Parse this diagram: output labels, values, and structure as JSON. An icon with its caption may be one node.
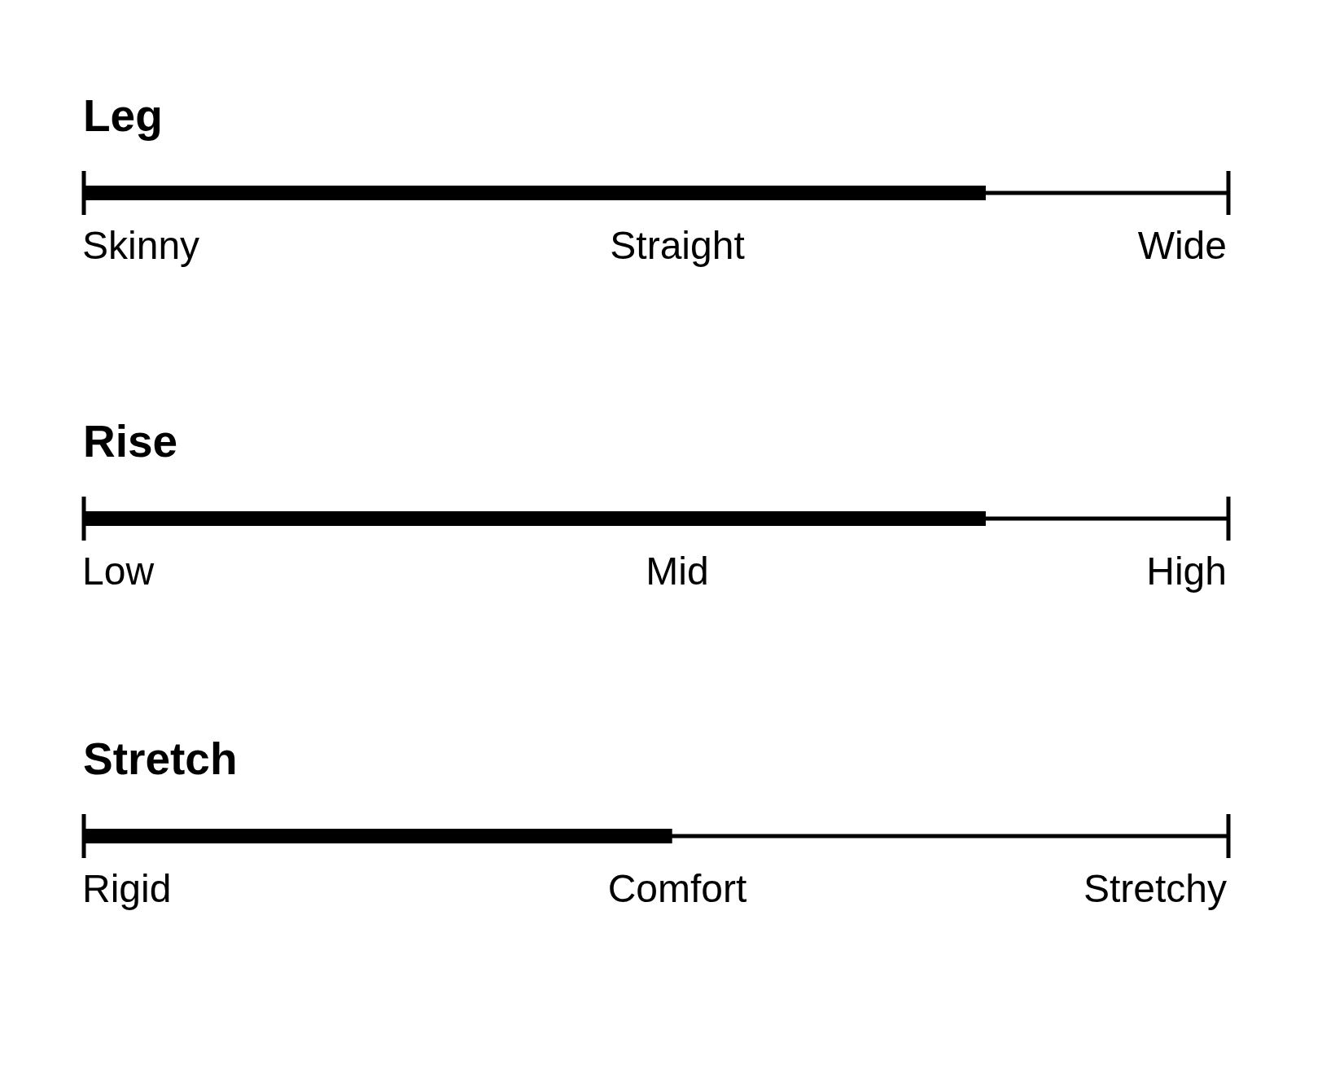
{
  "diagram": {
    "labels": [
      "Leg",
      "Skinny",
      "Straight",
      "Wide",
      "Rise",
      "Low",
      "Mid",
      "High",
      "Stretch",
      "Rigid",
      "Comfort",
      "Stretchy"
    ]
  }
}
